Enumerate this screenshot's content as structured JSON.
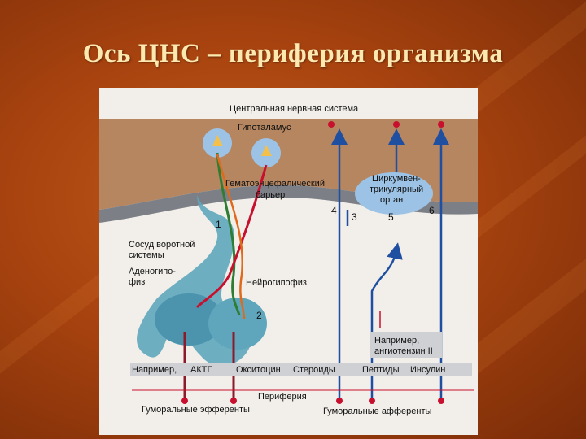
{
  "slide": {
    "title": "Ось ЦНС – периферия организма"
  },
  "diagram": {
    "labels": {
      "cns": "Центральная нервная система",
      "hypothalamus": "Гипоталамус",
      "bbb_line1": "Гематоэнцефалический",
      "bbb_line2": "барьер",
      "cvo_line1": "Циркумвен-",
      "cvo_line2": "трикулярный",
      "cvo_line3": "орган",
      "portal_line1": "Сосуд воротной",
      "portal_line2": "системы",
      "adenohypophysis_line1": "Аденогипо-",
      "adenohypophysis_line2": "физ",
      "neurohypophysis": "Нейрогипофиз",
      "example_right_line1": "Например,",
      "example_right_line2": "ангиотензин II",
      "periphery": "Периферия",
      "humoral_efferents": "Гуморальные эфференты",
      "humoral_afferents": "Гуморальные афференты"
    },
    "numbers": [
      "1",
      "2",
      "3",
      "4",
      "5",
      "6"
    ],
    "bottom_row": {
      "example": "Например,",
      "acth": "АКТГ",
      "oxytocin": "Окситоцин",
      "steroids": "Стероиды",
      "peptides": "Пептиды",
      "insulin": "Инсулин"
    },
    "colors": {
      "brain": "#b58660",
      "vessel": "#5fa6bd",
      "arrow_blue": "#1f4fa0",
      "arrow_red": "#c8102e",
      "cell": "#9cc3e6",
      "label_box": "#cfd0d4"
    }
  }
}
